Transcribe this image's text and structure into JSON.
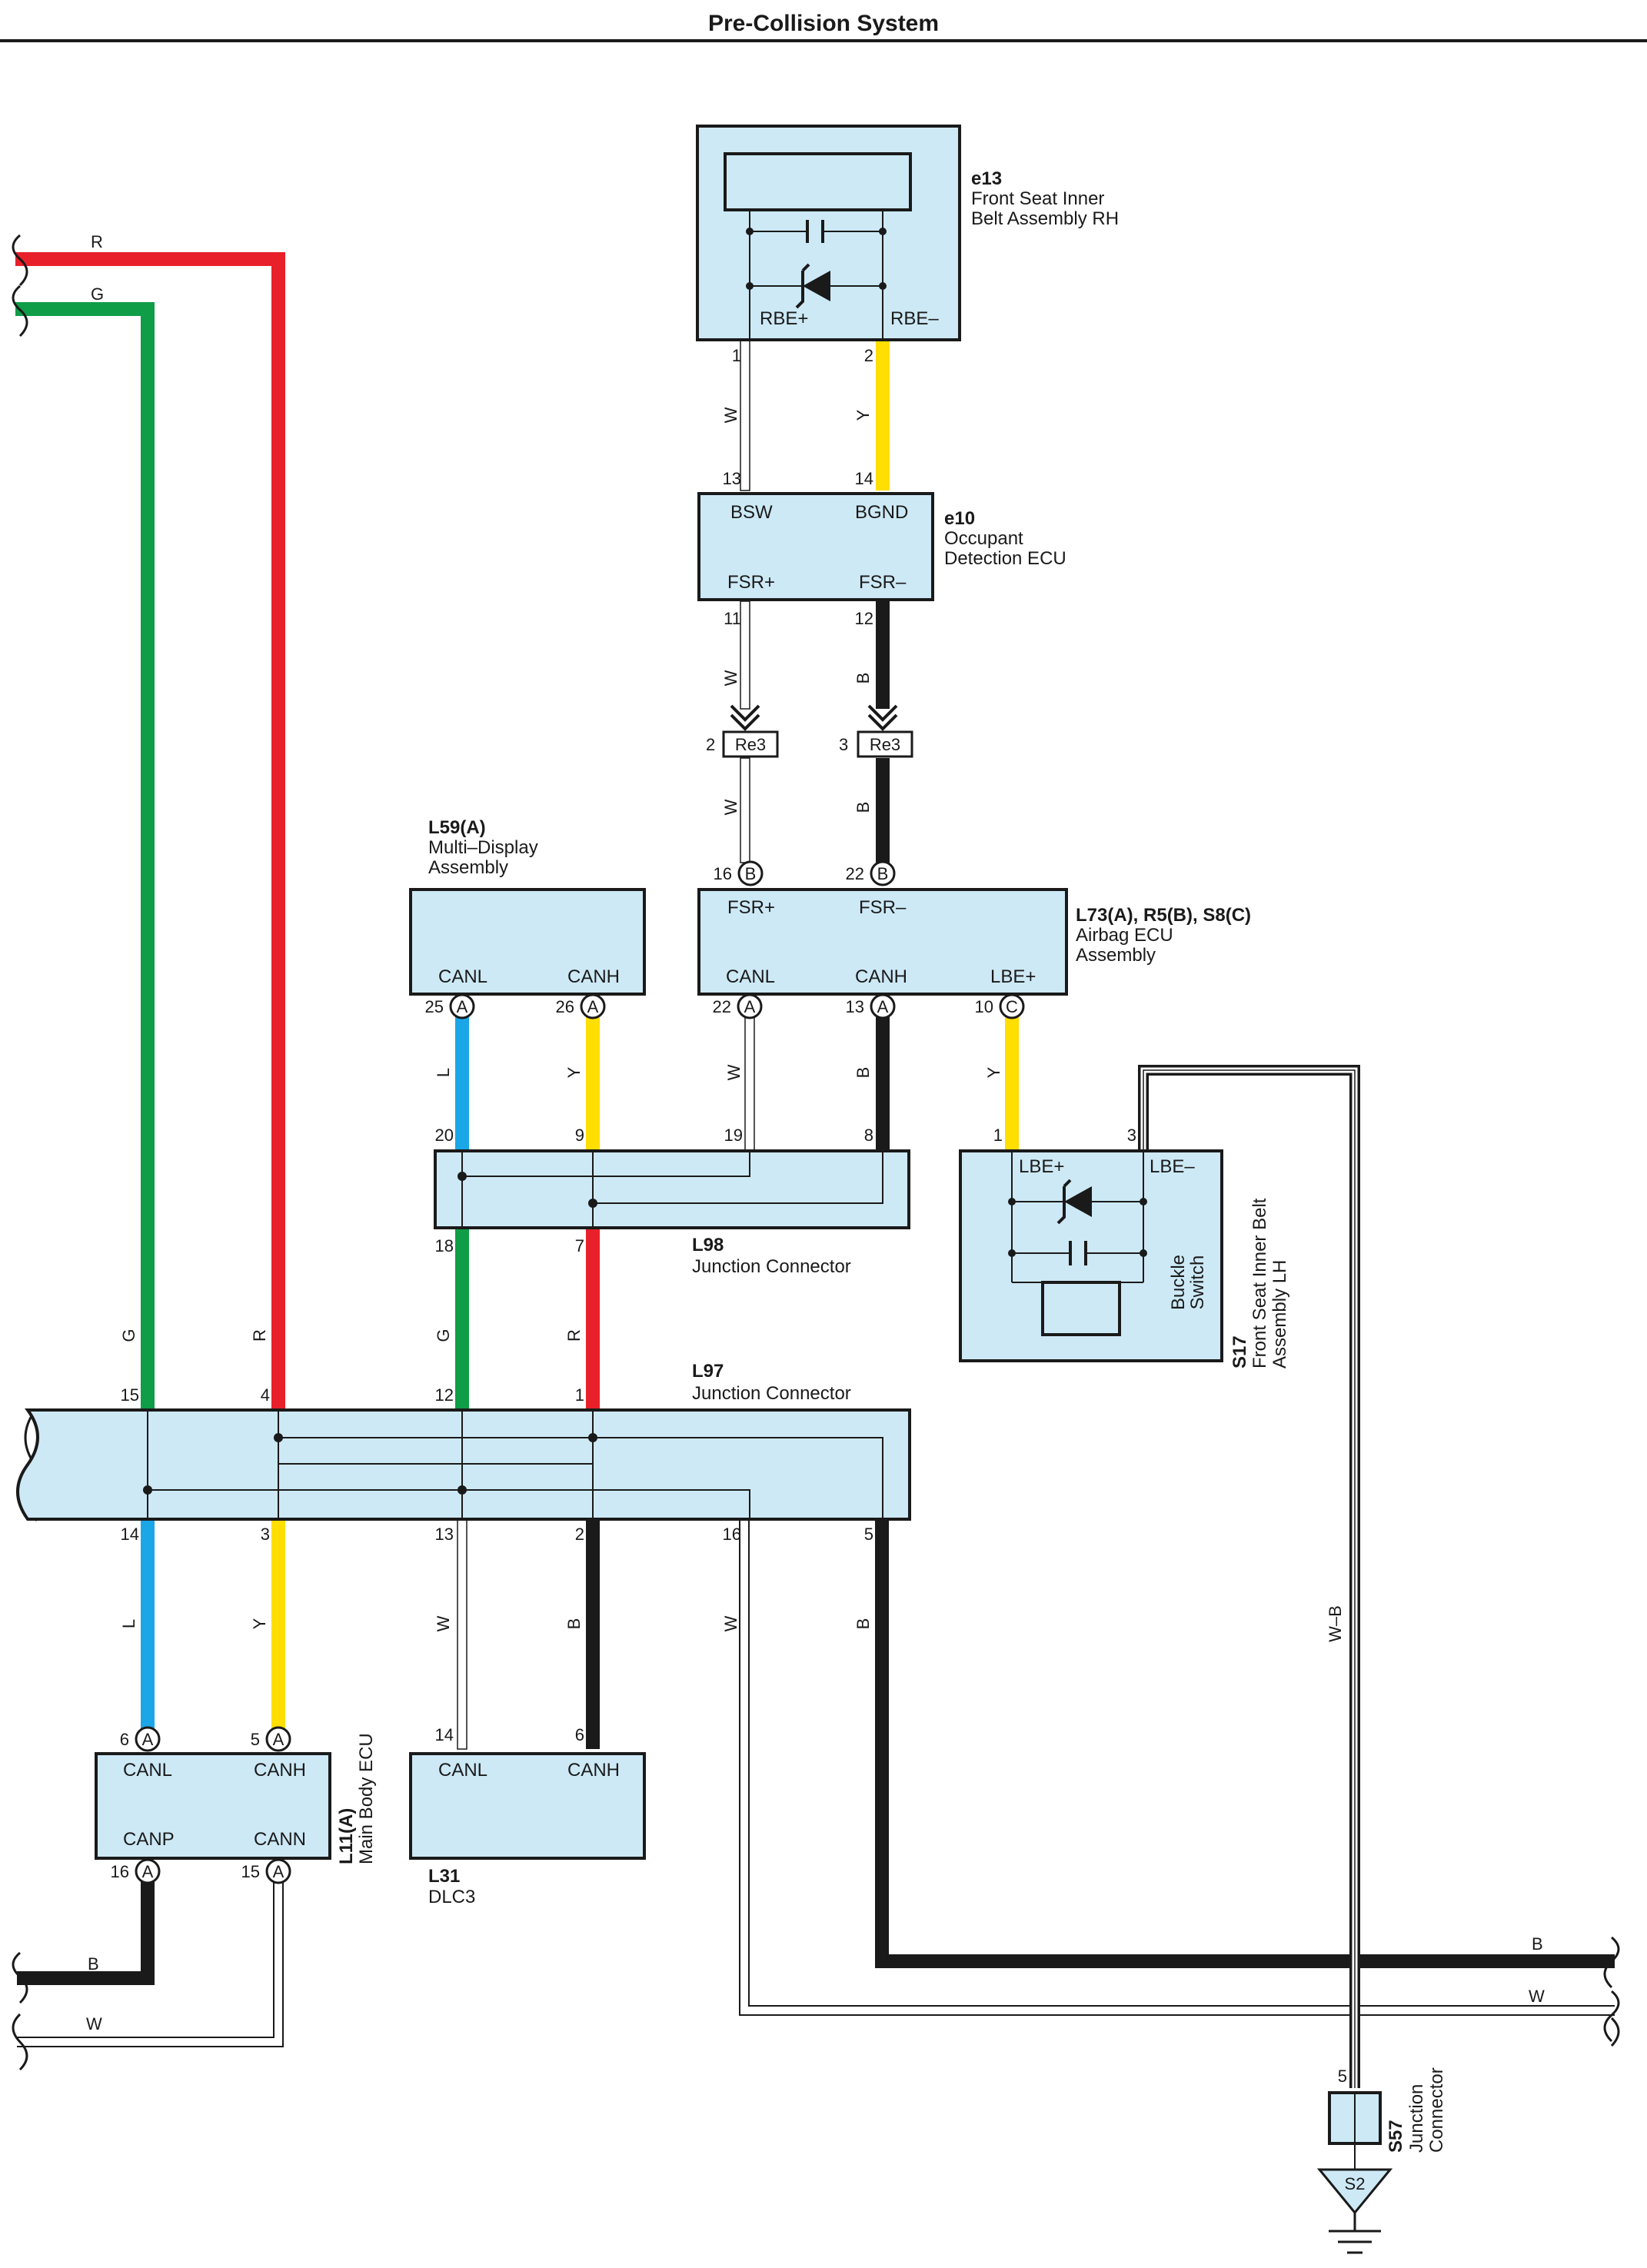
{
  "title": "Pre-Collision System",
  "colors": {
    "R": "#e8202a",
    "G": "#0f9d47",
    "L": "#1ba6e8",
    "Y": "#ffde00",
    "B": "#1a1a1a",
    "W": "#ffffff",
    "component_fill": "#cde9f6"
  },
  "components": {
    "e13": {
      "code": "e13",
      "name_lines": [
        "Front Seat Inner",
        "Belt Assembly RH"
      ],
      "terminals": [
        "RBE+",
        "RBE–"
      ]
    },
    "e10": {
      "code": "e10",
      "name_lines": [
        "Occupant",
        "Detection ECU"
      ],
      "terminals": [
        "BSW",
        "BGND",
        "FSR+",
        "FSR–"
      ]
    },
    "l59": {
      "code": "L59(A)",
      "name_lines": [
        "Multi–Display",
        "Assembly"
      ],
      "terminals": [
        "CANL",
        "CANH"
      ]
    },
    "l73": {
      "code": "L73(A), R5(B), S8(C)",
      "name_lines": [
        "Airbag ECU",
        "Assembly"
      ],
      "terminals": [
        "FSR+",
        "FSR–",
        "CANL",
        "CANH",
        "LBE+"
      ]
    },
    "l98": {
      "code": "L98",
      "name_lines": [
        "Junction Connector"
      ]
    },
    "s17": {
      "code": "S17",
      "name_lines": [
        "Front Seat Inner Belt",
        "Assembly LH"
      ],
      "terminals": [
        "LBE+",
        "LBE–"
      ],
      "inner_label_lines": [
        "Buckle",
        "Switch"
      ]
    },
    "l97": {
      "code": "L97",
      "name_lines": [
        "Junction Connector"
      ]
    },
    "l11": {
      "code": "L11(A)",
      "name_lines": [
        "Main Body ECU"
      ],
      "terminals": [
        "CANL",
        "CANH",
        "CANP",
        "CANN"
      ]
    },
    "l31": {
      "code": "L31",
      "name_lines": [
        "DLC3"
      ],
      "terminals": [
        "CANL",
        "CANH"
      ]
    },
    "s57": {
      "code": "S57",
      "name_lines": [
        "Junction",
        "Connector"
      ]
    }
  },
  "connectors": {
    "re3": "Re3",
    "ground": "S2"
  },
  "pins": {
    "e13_1": "1",
    "e13_2": "2",
    "e10_13": "13",
    "e10_14": "14",
    "e10_11": "11",
    "e10_12": "12",
    "re3_2": "2",
    "re3_3": "3",
    "l73_16": "16",
    "l73_22b": "22",
    "l73_22a": "22",
    "l73_13": "13",
    "l73_10": "10",
    "l59_25": "25",
    "l59_26": "26",
    "l98_20": "20",
    "l98_9": "9",
    "l98_19": "19",
    "l98_8": "8",
    "l98_18": "18",
    "l98_7": "7",
    "s17_1": "1",
    "s17_3": "3",
    "l97_15": "15",
    "l97_4": "4",
    "l97_12": "12",
    "l97_1": "1",
    "l97_14": "14",
    "l97_3": "3",
    "l97_13": "13",
    "l97_2": "2",
    "l97_16": "16",
    "l97_5": "5",
    "l11_6": "6",
    "l11_5": "5",
    "l11_16": "16",
    "l11_15": "15",
    "l31_14": "14",
    "l31_6": "6",
    "s57_5": "5"
  },
  "circle_letters": {
    "a": "A",
    "b": "B",
    "c": "C"
  },
  "wire_labels": {
    "R": "R",
    "G": "G",
    "W": "W",
    "Y": "Y",
    "B": "B",
    "L": "L",
    "WB": "W–B"
  }
}
